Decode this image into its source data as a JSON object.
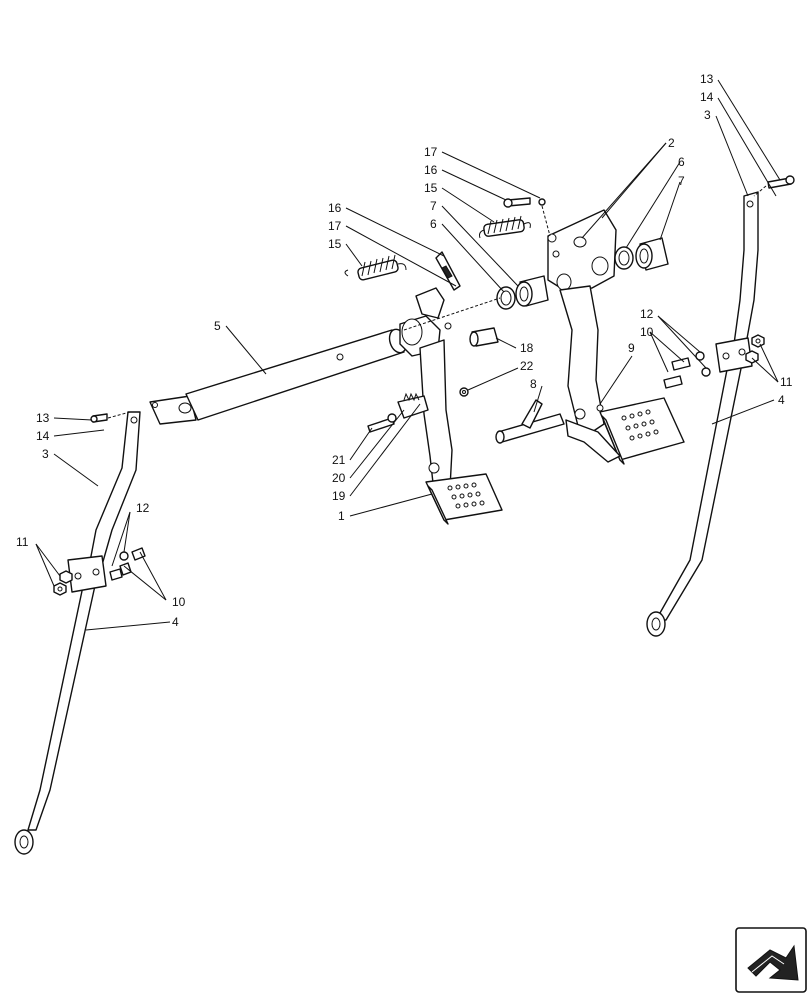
{
  "callouts": {
    "c13_r": "13",
    "c14_r": "14",
    "c3_r": "3",
    "c2": "2",
    "c6_r": "6",
    "c7_r": "7",
    "c17_t": "17",
    "c16_t": "16",
    "c15_t": "15",
    "c7_m": "7",
    "c6_m": "6",
    "c16_l": "16",
    "c17_l": "17",
    "c15_l": "15",
    "c5": "5",
    "c18": "18",
    "c22": "22",
    "c8": "8",
    "c9": "9",
    "c12_r": "12",
    "c10_r": "10",
    "c11_r": "11",
    "c4_r": "4",
    "c13_l": "13",
    "c14_l": "14",
    "c3_l": "3",
    "c21": "21",
    "c20": "20",
    "c19": "19",
    "c1": "1",
    "c12_l": "12",
    "c11_l": "11",
    "c10_l": "10",
    "c4_l": "4"
  },
  "icons": {
    "nav": "next-page-arrow-icon"
  }
}
